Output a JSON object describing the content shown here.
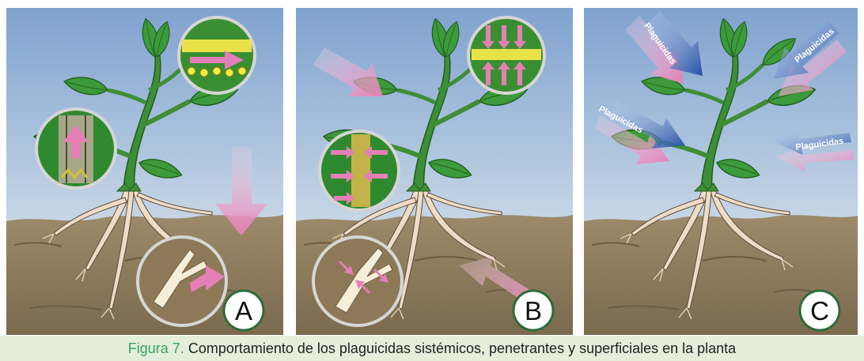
{
  "panels": [
    {
      "id": "a",
      "letter": "A"
    },
    {
      "id": "b",
      "letter": "B"
    },
    {
      "id": "c",
      "letter": "C",
      "arrow_label": "Plaguicidas"
    }
  ],
  "caption": {
    "figure_label": "Figura 7.",
    "text": "Comportamiento de los plaguicidas sistémicos, penetrantes y superficiales en la planta"
  },
  "colors": {
    "sky_top": "#7fa2cf",
    "sky_bottom": "#eef2ef",
    "soil": "#8c7a5c",
    "leaf": "#3d9a3a",
    "stem": "#3e8e36",
    "root": "#efdcc6",
    "arrow_pink": "#e57fb7",
    "arrow_blue": "#234fa6",
    "caption_bg": "#e3eedb",
    "caption_figure": "#3aa15a"
  }
}
